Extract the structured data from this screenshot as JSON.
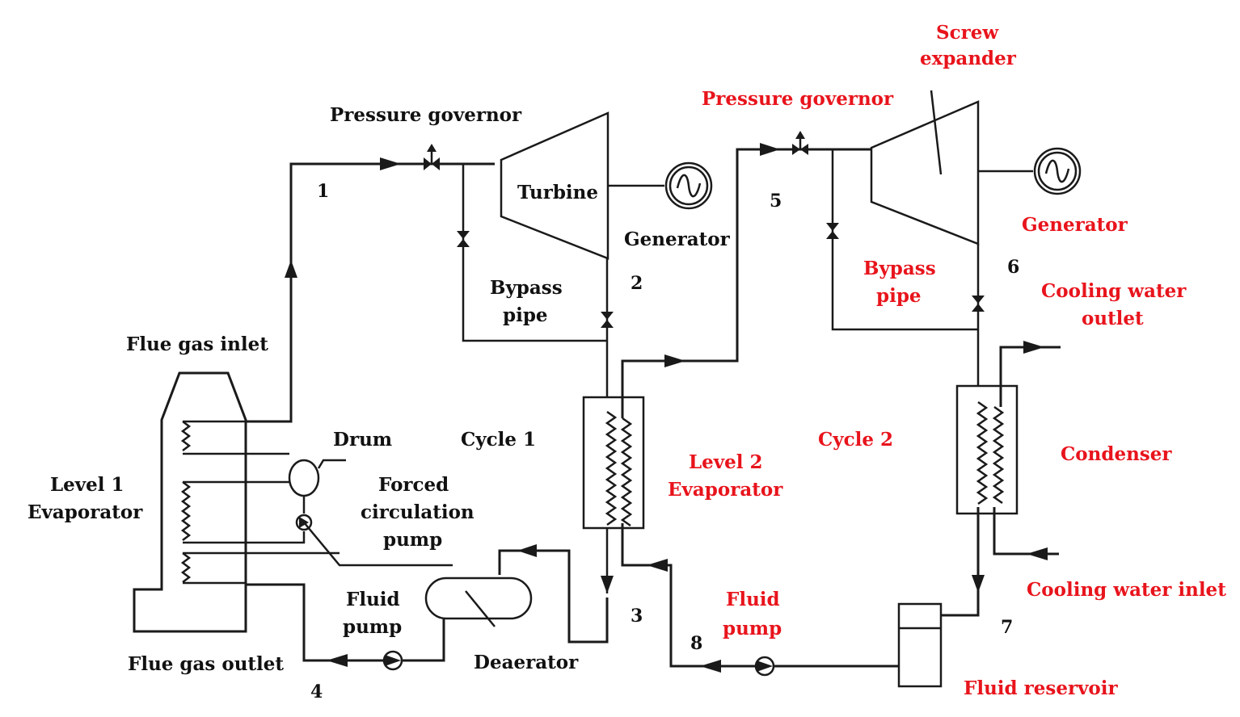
{
  "labels": {
    "pressure_governor_1": "Pressure governor",
    "turbine": "Turbine",
    "generator_1": "Generator",
    "bypass_1_line1": "Bypass",
    "bypass_1_line2": "pipe",
    "flue_gas_inlet": "Flue gas inlet",
    "drum": "Drum",
    "cycle_1": "Cycle 1",
    "forced_pump_line1": "Forced",
    "forced_pump_line2": "circulation",
    "forced_pump_line3": "pump",
    "level1_line1": "Level 1",
    "level1_line2": "Evaporator",
    "fluid_pump_1_line1": "Fluid",
    "fluid_pump_1_line2": "pump",
    "flue_gas_outlet": "Flue gas outlet",
    "deaerator": "Deaerator",
    "screw_line1": "Screw",
    "screw_line2": "expander",
    "pressure_governor_2": "Pressure governor",
    "generator_2": "Generator",
    "bypass_2_line1": "Bypass",
    "bypass_2_line2": "pipe",
    "cooling_out_line1": "Cooling water",
    "cooling_out_line2": "outlet",
    "cycle_2": "Cycle 2",
    "level2_line1": "Level 2",
    "level2_line2": "Evaporator",
    "condenser": "Condenser",
    "cooling_water_inlet": "Cooling water inlet",
    "fluid_pump_2_line1": "Fluid",
    "fluid_pump_2_line2": "pump",
    "fluid_reservoir": "Fluid reservoir"
  },
  "state_points": {
    "p1": "1",
    "p2": "2",
    "p3": "3",
    "p4": "4",
    "p5": "5",
    "p6": "6",
    "p7": "7",
    "p8": "8"
  },
  "colors": {
    "cycle1_text": "#111111",
    "cycle2_text": "#e8141c",
    "lines": "#1a1a1a"
  }
}
